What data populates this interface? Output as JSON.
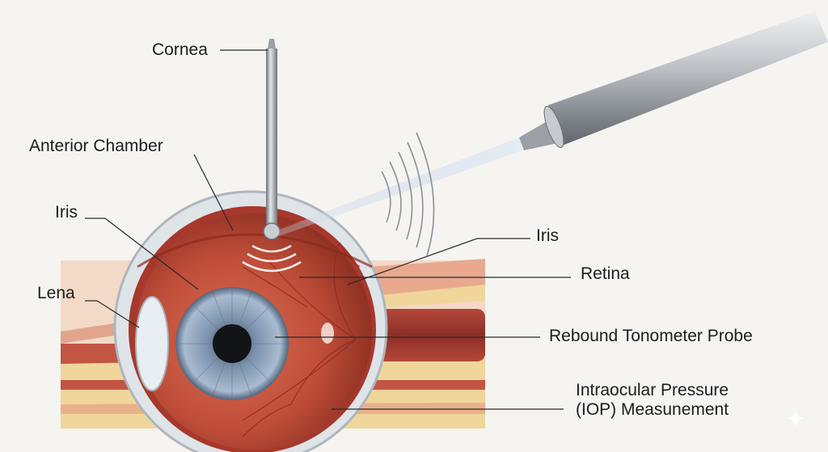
{
  "labels": {
    "cornea": "Cornea",
    "anterior_chamber": "Anterior Chamber",
    "iris_left": "Iris",
    "lena": "Lena",
    "iris_right": "Iris",
    "retina": "Retina",
    "probe": "Rebound Tonometer Probe",
    "iop": "Intraocular Pressure\n(IOP) Measunement"
  },
  "colors": {
    "background": "#f5f4f1",
    "tissue": "#c4553f",
    "iris": "#8fa5c0",
    "metal": "#b8bcc1",
    "fat": "#f0d69a"
  }
}
